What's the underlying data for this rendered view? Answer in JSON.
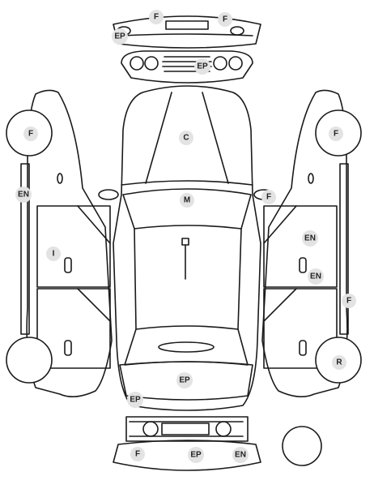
{
  "colors": {
    "line": "#1a1a1a",
    "marker_fill": "#e3e3e3",
    "marker_text": "#222222",
    "background": "#ffffff"
  },
  "markers": [
    {
      "id": "front-bumper-f1",
      "label": "F"
    },
    {
      "id": "front-bumper-f2",
      "label": "F"
    },
    {
      "id": "front-bumper-ep",
      "label": "EP"
    },
    {
      "id": "front-grille-ep",
      "label": "EP"
    },
    {
      "id": "left-front-wheel-f",
      "label": "F"
    },
    {
      "id": "left-sill-en",
      "label": "EN"
    },
    {
      "id": "left-front-door-i",
      "label": "I"
    },
    {
      "id": "hood-c",
      "label": "C"
    },
    {
      "id": "windshield-m",
      "label": "M"
    },
    {
      "id": "right-mirror-f",
      "label": "F"
    },
    {
      "id": "right-front-wheel-f",
      "label": "F"
    },
    {
      "id": "right-front-door-en",
      "label": "EN"
    },
    {
      "id": "right-handle-en",
      "label": "EN"
    },
    {
      "id": "right-sill-f",
      "label": "F"
    },
    {
      "id": "right-rear-wheel-r",
      "label": "R"
    },
    {
      "id": "trunk-ep",
      "label": "EP"
    },
    {
      "id": "rear-panel-ep",
      "label": "EP"
    },
    {
      "id": "rear-bumper-f",
      "label": "F"
    },
    {
      "id": "rear-bumper-ep",
      "label": "EP"
    },
    {
      "id": "rear-bumper-en",
      "label": "EN"
    }
  ]
}
